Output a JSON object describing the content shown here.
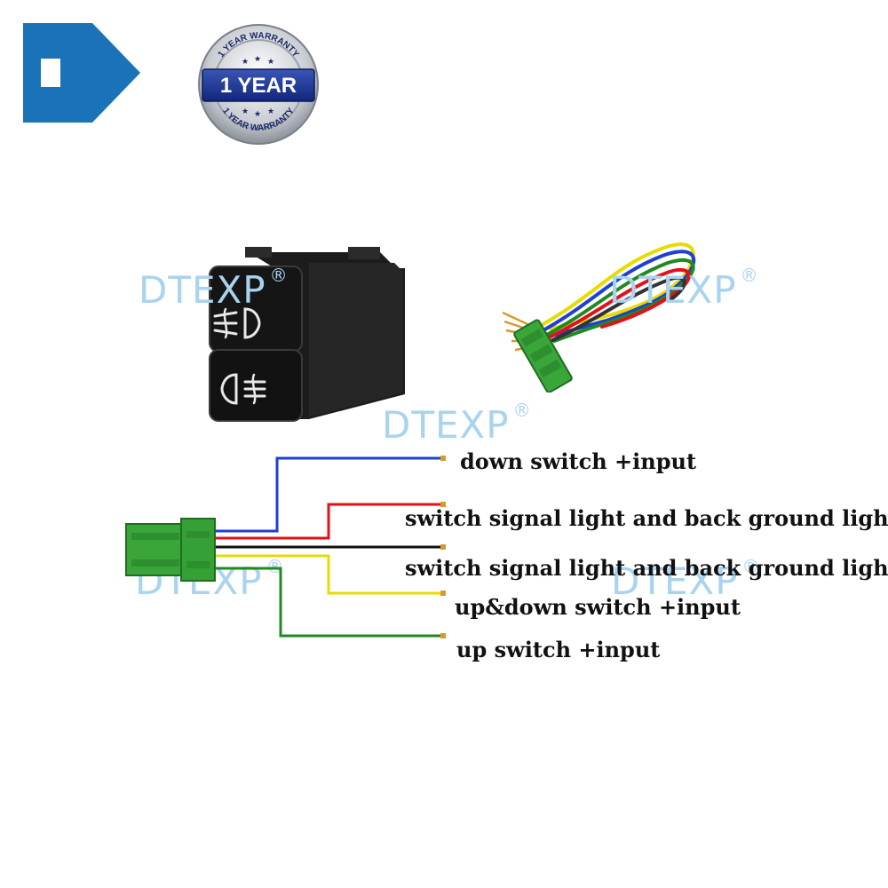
{
  "badge": {
    "top_text": "1 YEAR WARRANTY",
    "main_text": "1 YEAR",
    "bottom_text": "1 YEAR WARRANTY"
  },
  "watermarks": {
    "text": "DTEXP",
    "symbol": "®"
  },
  "wires": [
    {
      "label": "down switch +input",
      "color": "#1f3fd6"
    },
    {
      "label": "switch signal light and back ground light +",
      "color": "#e3101a"
    },
    {
      "label": "switch signal light and back ground light -",
      "color": "#111111"
    },
    {
      "label": "up&down switch +input",
      "color": "#e6dc00"
    },
    {
      "label": "up switch +input",
      "color": "#1f8a1f"
    }
  ],
  "colors": {
    "logo": "#1a73b8",
    "watermark": "#a9d3ef",
    "connector": "#3aa63a",
    "switch_body": "#151515"
  },
  "icons": {
    "logo": "d-logo-icon",
    "switch_top": "fog-light-icon",
    "switch_bottom": "rear-fog-light-icon"
  }
}
